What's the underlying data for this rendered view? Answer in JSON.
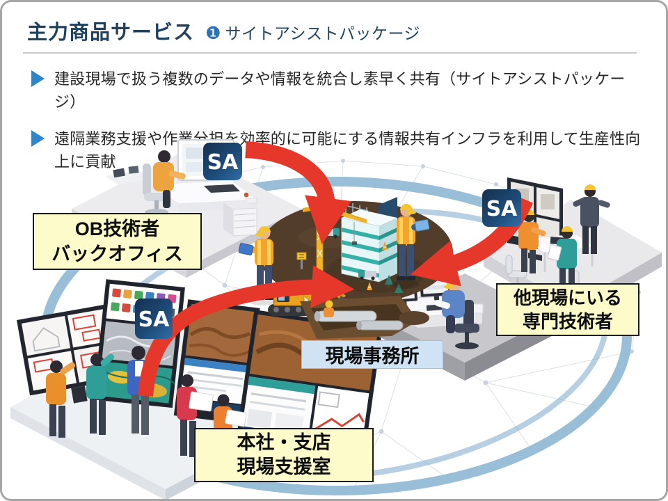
{
  "slide": {
    "title": "主力商品サービス",
    "badge": "❶",
    "subtitle": "サイトアシストパッケージ",
    "bullets": [
      "建設現場で扱う複数のデータや情報を統合し素早く共有（サイトアシストパッケージ）",
      "遠隔業務支援や作業分担を効率的に可能にする情報共有インフラを利用して生産性向上に貢献"
    ]
  },
  "diagram": {
    "logo_text": "SA",
    "labels": {
      "back_office_line1": "OB技術者",
      "back_office_line2": "バックオフィス",
      "other_site_line1": "他現場にいる",
      "other_site_line2": "専門技術者",
      "site_office": "現場事務所",
      "hq_line1": "本社・支店",
      "hq_line2": "現場支援室"
    },
    "colors": {
      "accent_red": "#e5382b",
      "logo_navy_dark": "#16304f",
      "logo_navy_light": "#2f6ea6",
      "ring_blue": "#93bad6",
      "label_yellow": "#fdfbca",
      "label_blue": "#cfe3f4",
      "bullet_blue": "#2e86ca",
      "title_navy": "#20415e"
    }
  }
}
